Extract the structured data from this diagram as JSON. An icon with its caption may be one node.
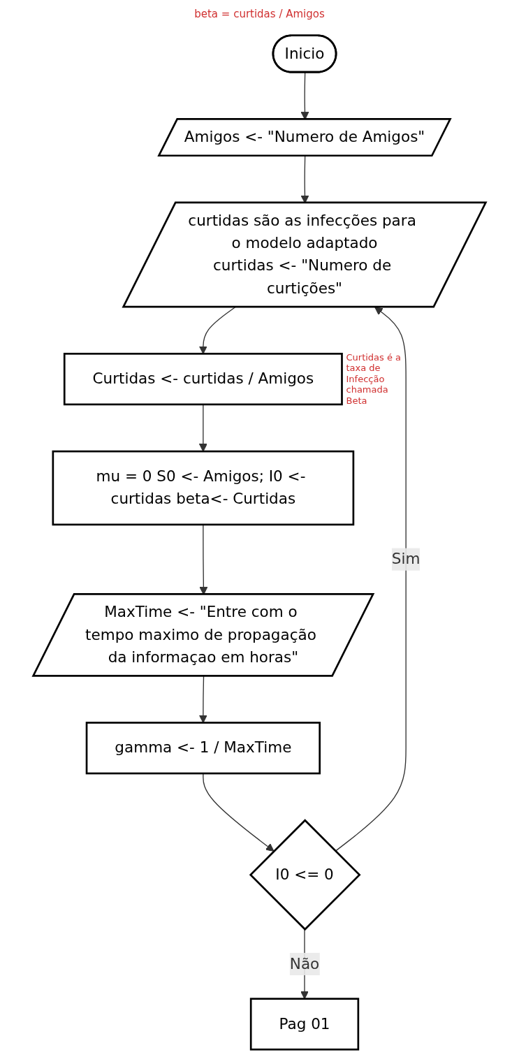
{
  "diagram": {
    "nodes": [
      {
        "text": [
          "Inicio"
        ]
      },
      {
        "text": [
          "Amigos <- \"Numero de Amigos\""
        ]
      },
      {
        "text": [
          "curtidas são as infecções para o modelo adaptado",
          "curtidas <- \"Numero de curtições\""
        ]
      },
      {
        "text": [
          "Curtidas <- curtidas / Amigos"
        ],
        "beside": [
          "Curtidas é a taxa de Infecção chamada Beta"
        ]
      },
      {
        "text": [
          "mu = 0 S0 <- Amigos; I0 <- curtidas beta<- Curtidas"
        ]
      },
      {
        "text": [
          "MaxTime <- \"Entre com o tempo maximo de propagação da informaçao em horas\""
        ]
      },
      {
        "text": [
          "gamma <- 1 / MaxTime"
        ]
      },
      {
        "text": [
          "I0 <= 0"
        ]
      },
      {
        "text": [
          "Pag 01"
        ]
      }
    ],
    "edges": [
      {
        "from": 0,
        "to": 1,
        "arrow": "to"
      },
      {
        "from": 1,
        "to": 2,
        "arrow": "to"
      },
      {
        "from": 2,
        "to": 3,
        "arrow": "to"
      },
      {
        "from": 3,
        "to": 4,
        "arrow": "to"
      },
      {
        "from": 4,
        "to": 5,
        "arrow": "to"
      },
      {
        "from": 5,
        "to": 6,
        "arrow": "to"
      },
      {
        "from": 6,
        "to": 7,
        "arrow": "to"
      },
      {
        "from": 7,
        "to": 2,
        "arrow": "to",
        "label": "Sim"
      },
      {
        "from": 7,
        "to": 8,
        "arrow": "to",
        "label": "Não"
      }
    ],
    "labels": [
      "beta = curtidas / Amigos"
    ]
  }
}
